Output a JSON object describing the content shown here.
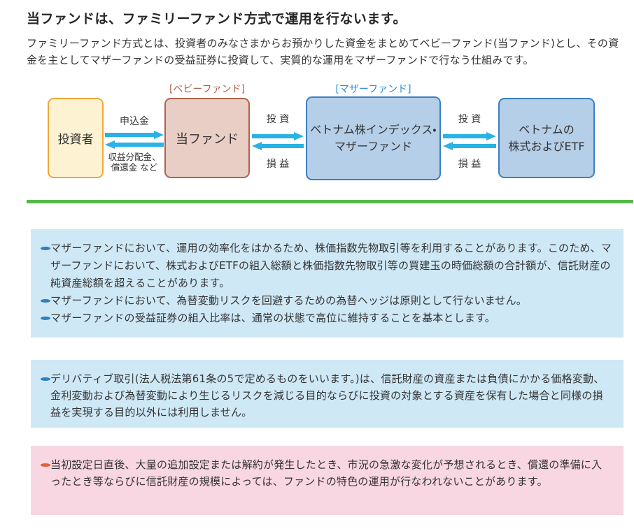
{
  "page": {
    "title": "当ファンドは、ファミリーファンド方式で運用を行ないます。",
    "intro": "ファミリーファンド方式とは、投資者のみなさまからお預かりした資金をまとめてベビーファンド(当ファンド)とし、その資金を主としてマザーファンドの受益証券に投資して、実質的な運用をマザーファンドで行なう仕組みです。"
  },
  "diagram": {
    "baby_fund_label": "[ベビーファンド]",
    "mother_fund_label": "[マザーファンド]",
    "boxes": {
      "investor": "投資者",
      "this_fund": "当ファンド",
      "mother_fund_line1": "ベトナム株インデックス・",
      "mother_fund_line2": "マザーファンド",
      "assets_line1": "ベトナムの",
      "assets_line2": "株式およびETF"
    },
    "flows": {
      "application": "申込金",
      "distribution_line1": "収益分配金、",
      "distribution_line2": "償還金 など",
      "invest": "投 資",
      "profit_loss": "損 益"
    },
    "colors": {
      "investor_fill": "#fdf3d2",
      "investor_border": "#f0a63c",
      "this_fund_fill": "#e9cec5",
      "this_fund_border": "#b2604b",
      "mother_fill": "#b6cfe8",
      "mother_border": "#3b7fc1",
      "arrow": "#29b2e5",
      "divider_green": "#56b948"
    }
  },
  "notes": [
    {
      "variant": "blue",
      "items": [
        "マザーファンドにおいて、運用の効率化をはかるため、株価指数先物取引等を利用することがあります。このため、マザーファンドにおいて、株式およびETFの組入総額と株価指数先物取引等の買建玉の時価総額の合計額が、信託財産の純資産総額を超えることがあります。",
        "マザーファンドにおいて、為替変動リスクを回避するための為替ヘッジは原則として行ないません。",
        "マザーファンドの受益証券の組入比率は、通常の状態で高位に維持することを基本とします。"
      ]
    },
    {
      "variant": "blue",
      "items": [
        "デリバティブ取引(法人税法第61条の5で定めるものをいいます。)は、信託財産の資産または負債にかかる価格変動、金利変動および為替変動により生じるリスクを減じる目的ならびに投資の対象とする資産を保有した場合と同様の損益を実現する目的以外には利用しません。"
      ]
    },
    {
      "variant": "pink",
      "items": [
        "当初設定日直後、大量の追加設定または解約が発生したとき、市況の急激な変化が予想されるとき、償還の準備に入ったとき等ならびに信託財産の規模によっては、ファンドの特色の運用が行なわれないことがあります。"
      ]
    }
  ]
}
